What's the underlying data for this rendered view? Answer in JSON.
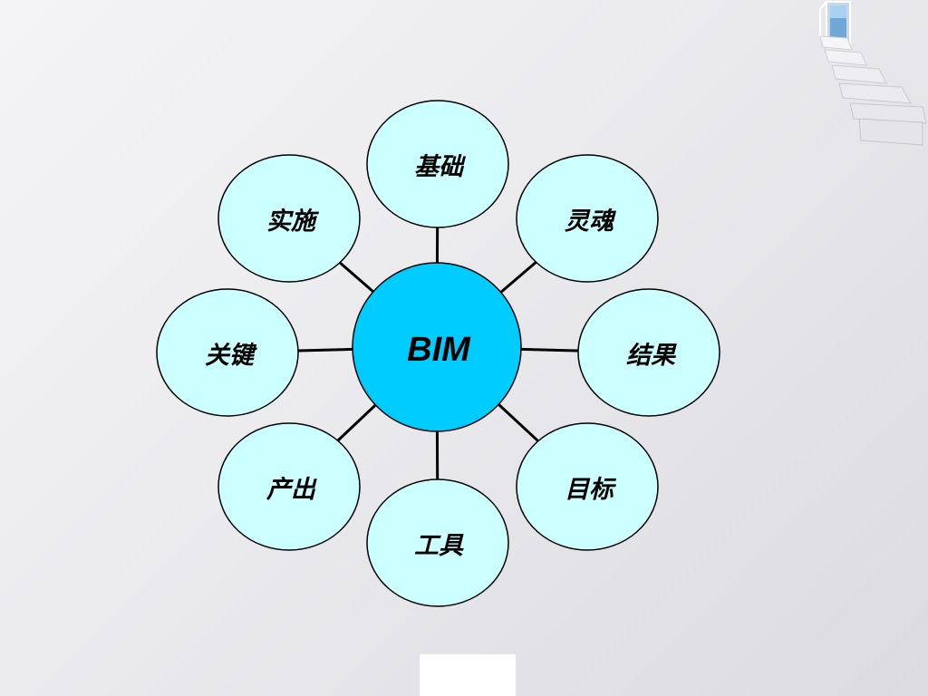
{
  "diagram": {
    "center": {
      "label": "BIM",
      "color": "#00ccff"
    },
    "node_color": "#ccffff",
    "stroke_color": "#000000",
    "nodes": [
      {
        "id": "jichu",
        "label": "基础"
      },
      {
        "id": "linghun",
        "label": "灵魂"
      },
      {
        "id": "jieguo",
        "label": "结果"
      },
      {
        "id": "mubiao",
        "label": "目标"
      },
      {
        "id": "gongju",
        "label": "工具"
      },
      {
        "id": "chanchu",
        "label": "产出"
      },
      {
        "id": "guanjian",
        "label": "关键"
      },
      {
        "id": "shishi",
        "label": "实施"
      }
    ]
  },
  "decoration": {
    "icon": "staircase-door-icon"
  }
}
